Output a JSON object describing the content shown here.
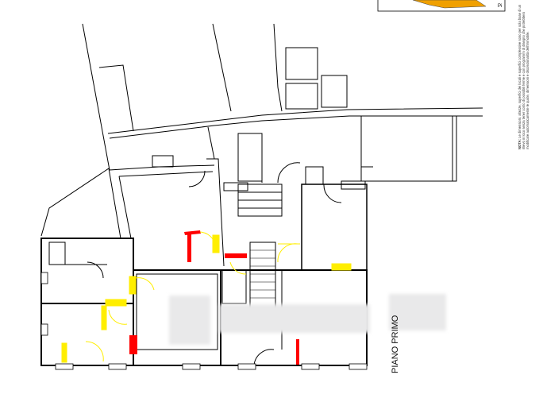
{
  "plan": {
    "floor_label": "PIANO PRIMO",
    "note_label": "NOTA:",
    "note_text": "Le dimensioni, altezze, superfici dei locali e superfici complessive sono per sola base di un rilievo in loco senza tener conto di possibili ferme e con programmi di disegno che potrebbero modificare automaticamente le quote, dimensioni e discrezionalità dell'immobile.",
    "inset_label": "Pi",
    "colors": {
      "wall": "#000000",
      "door_red": "#ff0000",
      "door_yellow": "#ffee00",
      "inset_fill": "#f0a000"
    }
  }
}
